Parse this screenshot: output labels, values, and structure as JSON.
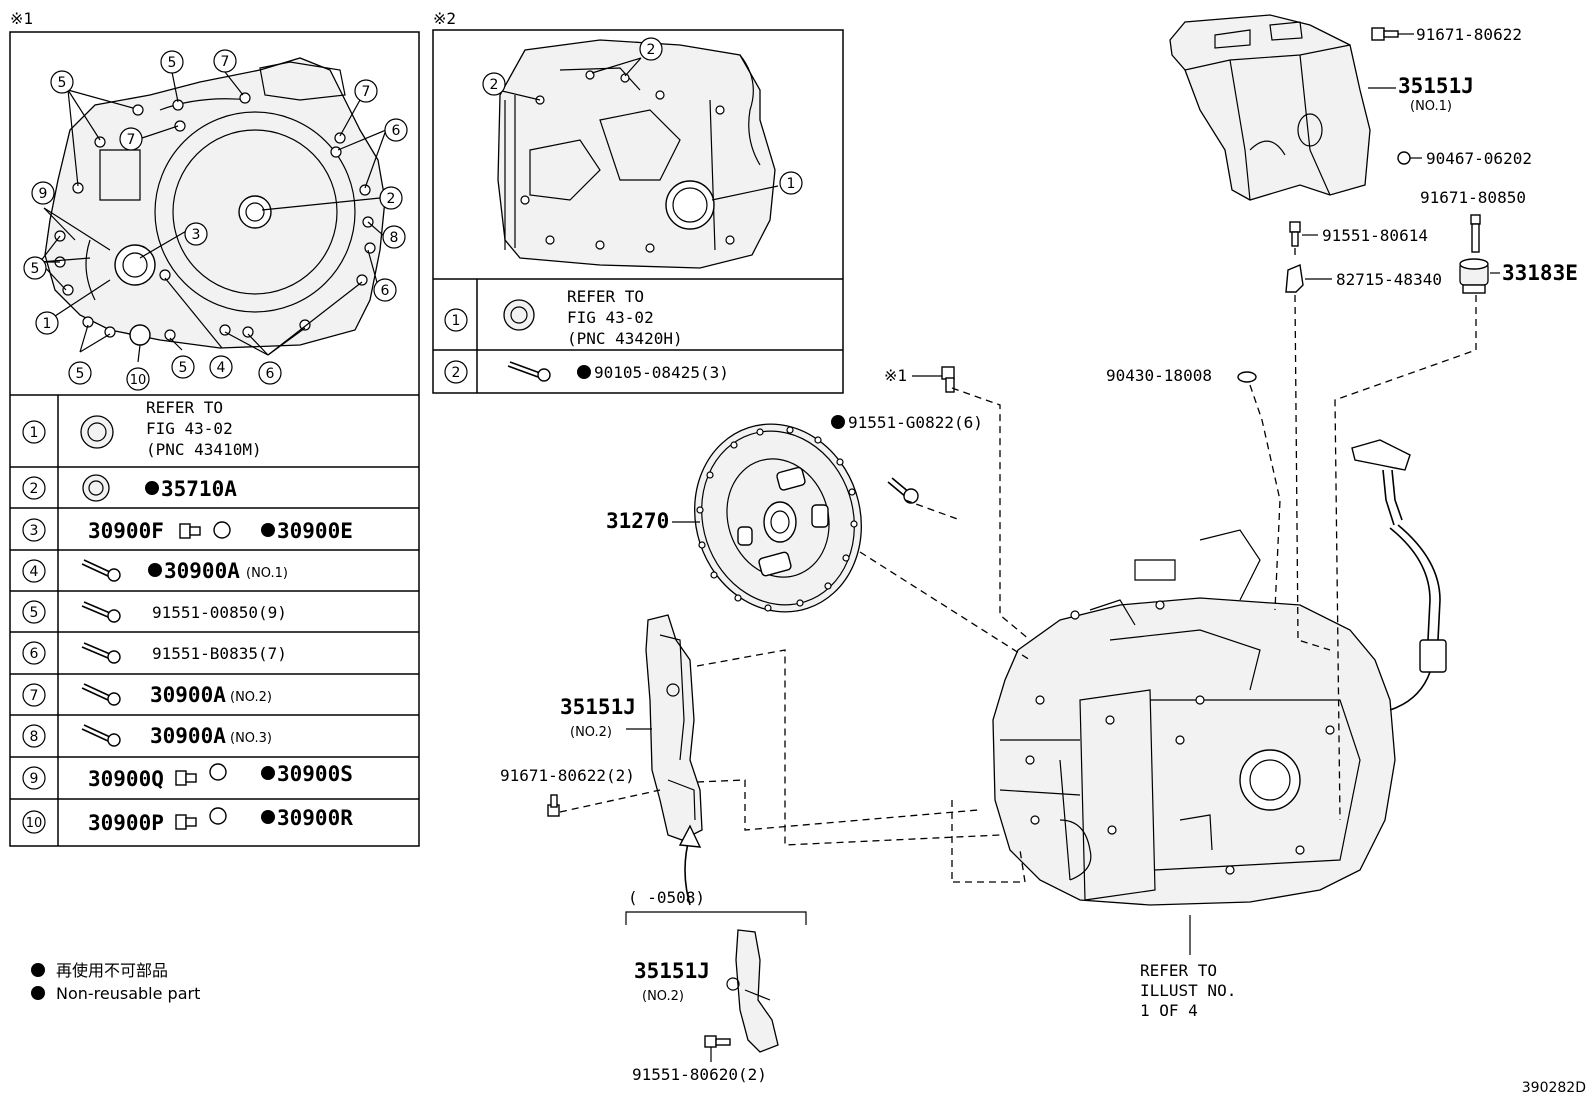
{
  "callouts": {
    "c1": "1",
    "c2": "2",
    "c3": "3",
    "c4": "4",
    "c5": "5",
    "c6": "6",
    "c7": "7",
    "c8": "8",
    "c9": "9",
    "c10": "10"
  },
  "inset1": {
    "marker": "※1",
    "rows": [
      {
        "num": "1",
        "lines": [
          "REFER TO",
          "FIG 43-02",
          "(PNC 43410M)"
        ]
      },
      {
        "num": "2",
        "label": "35710A"
      },
      {
        "num": "3",
        "label_a": "30900F",
        "label_b": "30900E"
      },
      {
        "num": "4",
        "label": "30900A",
        "qualifier": "(NO.1)"
      },
      {
        "num": "5",
        "label": "91551-00850(9)"
      },
      {
        "num": "6",
        "label": "91551-B0835(7)"
      },
      {
        "num": "7",
        "label": "30900A",
        "qualifier": "(NO.2)"
      },
      {
        "num": "8",
        "label": "30900A",
        "qualifier": "(NO.3)"
      },
      {
        "num": "9",
        "label_a": "30900Q",
        "label_b": "30900S"
      },
      {
        "num": "10",
        "label_a": "30900P",
        "label_b": "30900R"
      }
    ]
  },
  "inset2": {
    "marker": "※2",
    "rows": [
      {
        "num": "1",
        "lines": [
          "REFER TO",
          "FIG 43-02",
          "(PNC 43420H)"
        ]
      },
      {
        "num": "2",
        "label": "90105-08425(3)"
      }
    ]
  },
  "parts": {
    "p91671_80622": "91671-80622",
    "p35151j_top": "35151J",
    "p35151j_top_q": "(NO.1)",
    "p90467": "90467-06202",
    "p91671_80850": "91671-80850",
    "p91551_80614": "91551-80614",
    "p33183e": "33183E",
    "p82715": "82715-48340",
    "p90430": "90430-18008",
    "p_marker1": "※1",
    "p91551_g0822": "91551-G0822(6)",
    "p31270": "31270",
    "p35151j_mid": "35151J",
    "p35151j_mid_q": "(NO.2)",
    "p91671_80622_2": "91671-80622(2)",
    "p_range": "(       -0508)",
    "p35151j_low": "35151J",
    "p35151j_low_q": "(NO.2)",
    "p91551_80620": "91551-80620(2)",
    "refer": [
      "REFER TO",
      "ILLUST NO.",
      "1 OF 4"
    ]
  },
  "legend": {
    "jp": "再使用不可部品",
    "en": "Non-reusable part"
  },
  "diagram_id": "390282D"
}
